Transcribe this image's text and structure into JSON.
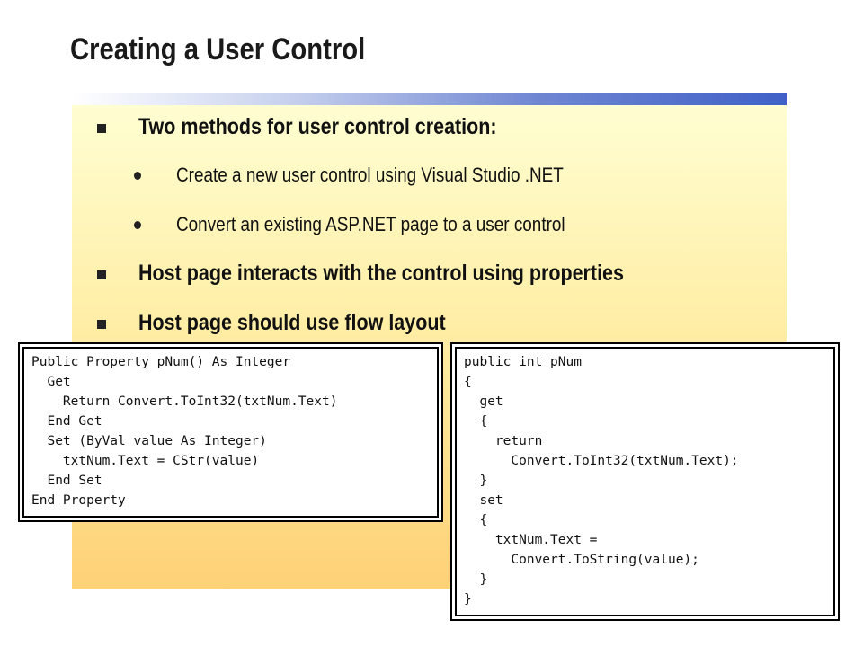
{
  "slide": {
    "title": "Creating a User Control",
    "bullets": [
      {
        "level": 1,
        "text": "Two methods for user control creation:"
      },
      {
        "level": 2,
        "text": "Create a new user control using Visual Studio .NET"
      },
      {
        "level": 2,
        "text": "Convert an existing ASP.NET page to a user control"
      },
      {
        "level": 1,
        "text": "Host page interacts with the control using properties"
      },
      {
        "level": 1,
        "text": "Host page should use flow layout"
      }
    ],
    "vb_code": [
      "Public Property pNum() As Integer",
      "  Get",
      "    Return Convert.ToInt32(txtNum.Text)",
      "  End Get",
      "  Set (ByVal value As Integer)",
      "    txtNum.Text = CStr(value)",
      "  End Set",
      "End Property"
    ],
    "cs_code": [
      "public int pNum",
      "{",
      "  get",
      "  {",
      "    return",
      "      Convert.ToInt32(txtNum.Text);",
      "  }",
      "  set",
      "  {",
      "    txtNum.Text =",
      "      Convert.ToString(value);",
      "  }",
      "}"
    ]
  }
}
